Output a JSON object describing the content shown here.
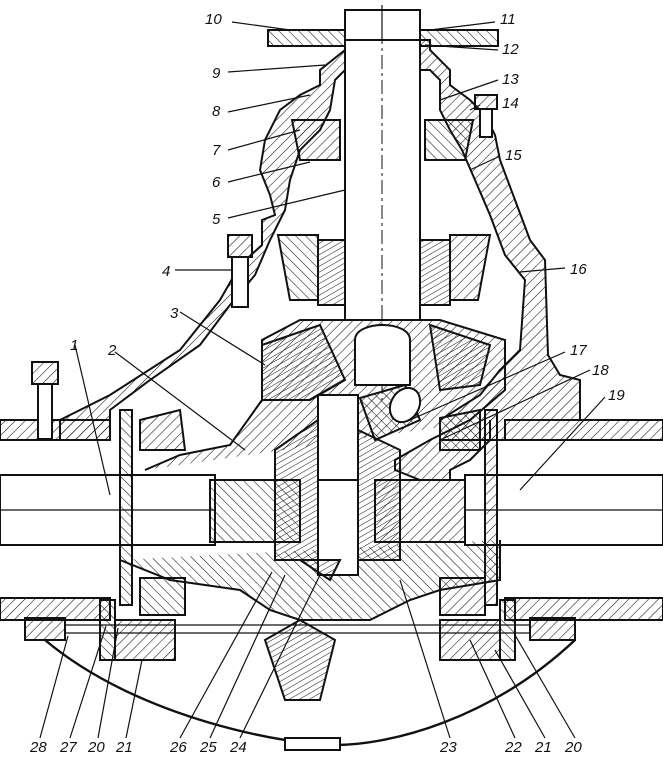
{
  "diagram": {
    "labels": [
      {
        "id": "1",
        "text": "1"
      },
      {
        "id": "2",
        "text": "2"
      },
      {
        "id": "3",
        "text": "3"
      },
      {
        "id": "4",
        "text": "4"
      },
      {
        "id": "5",
        "text": "5"
      },
      {
        "id": "6",
        "text": "6"
      },
      {
        "id": "7",
        "text": "7"
      },
      {
        "id": "8",
        "text": "8"
      },
      {
        "id": "9",
        "text": "9"
      },
      {
        "id": "10",
        "text": "10"
      },
      {
        "id": "11",
        "text": "11"
      },
      {
        "id": "12",
        "text": "12"
      },
      {
        "id": "13",
        "text": "13"
      },
      {
        "id": "14",
        "text": "14"
      },
      {
        "id": "15",
        "text": "15"
      },
      {
        "id": "16",
        "text": "16"
      },
      {
        "id": "17",
        "text": "17"
      },
      {
        "id": "18",
        "text": "18"
      },
      {
        "id": "19",
        "text": "19"
      },
      {
        "id": "20a",
        "text": "20"
      },
      {
        "id": "20b",
        "text": "20"
      },
      {
        "id": "21a",
        "text": "21"
      },
      {
        "id": "21b",
        "text": "21"
      },
      {
        "id": "22",
        "text": "22"
      },
      {
        "id": "23",
        "text": "23"
      },
      {
        "id": "24",
        "text": "24"
      },
      {
        "id": "25",
        "text": "25"
      },
      {
        "id": "26",
        "text": "26"
      },
      {
        "id": "27",
        "text": "27"
      },
      {
        "id": "28",
        "text": "28"
      }
    ]
  }
}
